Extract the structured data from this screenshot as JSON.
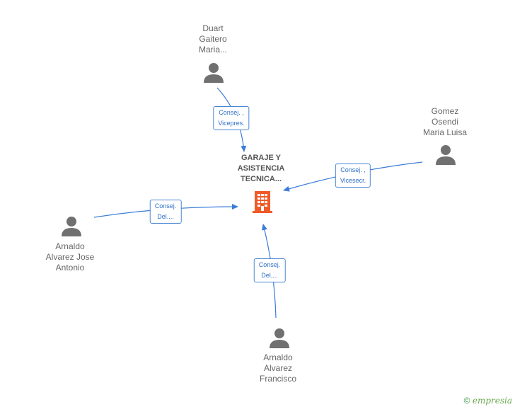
{
  "center": {
    "label": "GARAJE Y\nASISTENCIA\nTECNICA...",
    "icon": "building-icon",
    "color": "#f05a28"
  },
  "people": [
    {
      "id": "duart",
      "label": "Duart\nGaitero\nMaria...",
      "icon": "person-icon"
    },
    {
      "id": "gomez",
      "label": "Gomez\nOsendi\nMaria Luisa",
      "icon": "person-icon"
    },
    {
      "id": "arnaldo-ja",
      "label": "Arnaldo\nAlvarez Jose\nAntonio",
      "icon": "person-icon"
    },
    {
      "id": "arnaldo-f",
      "label": "Arnaldo\nAlvarez\nFrancisco",
      "icon": "person-icon"
    }
  ],
  "edges": [
    {
      "from": "duart",
      "label": "Consej. ,\nVicepres."
    },
    {
      "from": "gomez",
      "label": "Consej. ,\nVicesecr."
    },
    {
      "from": "arnaldo-ja",
      "label": "Consej.\nDel...."
    },
    {
      "from": "arnaldo-f",
      "label": "Consej.\nDel...."
    }
  ],
  "colors": {
    "edge": "#3a7dd8",
    "person": "#707070",
    "text": "#666666"
  },
  "footer": {
    "copyright": "©",
    "brand": "empresia"
  }
}
